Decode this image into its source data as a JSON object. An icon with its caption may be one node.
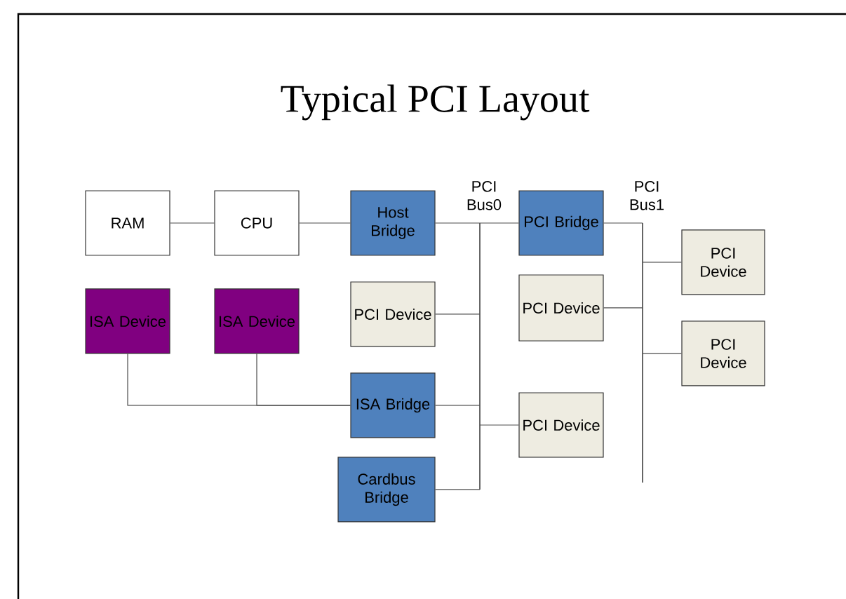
{
  "diagram": {
    "title": "Typical PCI Layout",
    "nodes": [
      {
        "text": [
          "RAM"
        ]
      },
      {
        "text": [
          "CPU"
        ]
      },
      {
        "text": [
          "Host Bridge"
        ]
      },
      {
        "text": [
          "PCI Bus0"
        ]
      },
      {
        "text": [
          "PCI Bridge"
        ]
      },
      {
        "text": [
          "PCI Bus1"
        ]
      },
      {
        "text": [
          "PCI Device"
        ]
      },
      {
        "text": [
          "ISA Device"
        ]
      },
      {
        "text": [
          "ISA Device"
        ]
      },
      {
        "text": [
          "PCI Device"
        ]
      },
      {
        "text": [
          "PCI Device"
        ]
      },
      {
        "text": [
          "PCI Device"
        ]
      },
      {
        "text": [
          "ISA Bridge"
        ]
      },
      {
        "text": [
          "PCI Device"
        ]
      },
      {
        "text": [
          "Cardbus Bridge"
        ]
      }
    ],
    "edges": [
      {
        "from": 0,
        "to": 1,
        "arrow": "none"
      },
      {
        "from": 1,
        "to": 2,
        "arrow": "none"
      },
      {
        "from": 2,
        "to": 3,
        "arrow": "none"
      },
      {
        "from": 3,
        "to": 4,
        "arrow": "none"
      },
      {
        "from": 4,
        "to": 5,
        "arrow": "none"
      },
      {
        "from": 5,
        "to": 6,
        "arrow": "none"
      },
      {
        "from": 10,
        "to": 5,
        "arrow": "none"
      },
      {
        "from": 5,
        "to": 11,
        "arrow": "none"
      },
      {
        "from": 9,
        "to": 3,
        "arrow": "none"
      },
      {
        "from": 12,
        "to": 3,
        "arrow": "none"
      },
      {
        "from": 3,
        "to": 13,
        "arrow": "none"
      },
      {
        "from": 14,
        "to": 3,
        "arrow": "none"
      },
      {
        "from": 7,
        "to": 12,
        "arrow": "none"
      },
      {
        "from": 8,
        "to": 12,
        "arrow": "none"
      }
    ]
  }
}
